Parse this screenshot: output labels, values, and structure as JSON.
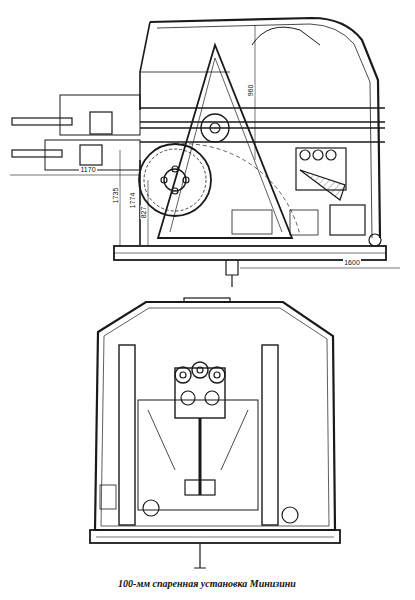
{
  "diagram": {
    "caption": "100-мм спаренная установка Минизини",
    "labels": [
      "1170",
      "1735",
      "1774",
      "827",
      "960",
      "1600"
    ]
  }
}
